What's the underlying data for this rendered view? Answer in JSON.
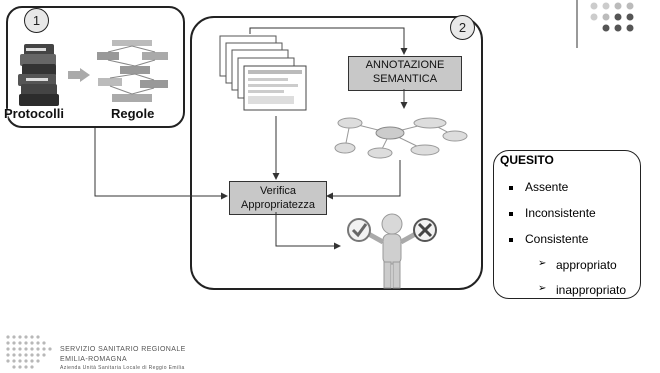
{
  "panel1": {
    "badge": "1",
    "label_left": "Protocolli",
    "label_right": "Regole"
  },
  "panel2": {
    "badge": "2",
    "annotation_line1": "ANNOTAZIONE",
    "annotation_line2": "SEMANTICA"
  },
  "verify": {
    "line1": "Verifica",
    "line2": "Appropriatezza"
  },
  "quesito": {
    "title": "QUESITO",
    "items": [
      "Assente",
      "Inconsistente",
      "Consistente"
    ],
    "subitems": [
      "appropriato",
      "inappropriato"
    ]
  },
  "footer": {
    "line1": "SERVIZIO SANITARIO REGIONALE",
    "line2": "EMILIA-ROMAGNA",
    "line3": "Azienda Unità Sanitaria Locale di Reggio Emilia"
  },
  "colors": {
    "box_gray": "#c8c8c8",
    "dot_gray": "#b5b5b5",
    "dot_dark": "#555555"
  }
}
